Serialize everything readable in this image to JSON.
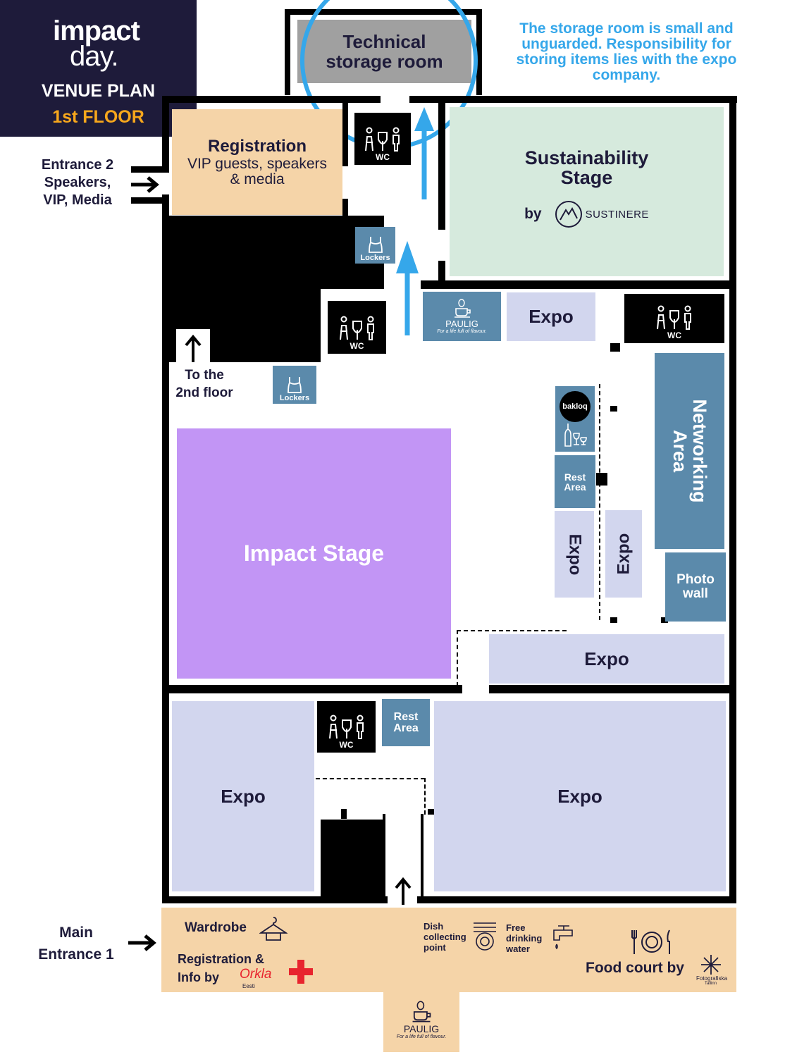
{
  "header": {
    "logo_text_1": "impact",
    "logo_text_2": "day.",
    "title": "VENUE PLAN",
    "floor": "1st FLOOR"
  },
  "notice": "The storage room is small and unguarded. Responsibility for storing items lies with the expo company.",
  "rooms": {
    "technical_storage": "Technical storage room",
    "registration_title": "Registration",
    "registration_sub": "VIP guests, speakers & media",
    "sustainability_title": "Sustainability Stage",
    "sustainability_by": "by",
    "sustainere": "SUSTINERE",
    "impact_stage": "Impact Stage",
    "networking": "Networking Area",
    "photo_wall": "Photo wall",
    "rest_area": "Rest Area",
    "expo": "Expo",
    "wc": "WC",
    "lockers": "Lockers",
    "to_2nd_floor": "To the 2nd floor",
    "bakloq": "bakloq"
  },
  "entrances": {
    "entrance2": "Entrance 2 Speakers, VIP, Media",
    "main_entrance": "Main Entrance 1"
  },
  "bottom_bar": {
    "wardrobe": "Wardrobe",
    "registration_info": "Registration & Info by",
    "orkla": "Orkla",
    "orkla_sub": "Eesti",
    "dish": "Dish collecting point",
    "water": "Free drinking water",
    "food_court": "Food court by",
    "fotografiska": "Fotografiska",
    "fotografiska_sub": "Tallinn"
  },
  "sponsors": {
    "paulig": "PAULIG",
    "paulig_tag": "For a life full of flavour."
  },
  "colors": {
    "navy": "#1e1b3a",
    "orange": "#f7a71c",
    "blue_accent": "#35a7ea",
    "registration_bg": "#f5d4a8",
    "sustainability_bg": "#d6eadd",
    "impact_bg": "#c295f5",
    "expo_bg": "#d2d6ee",
    "teal": "#5b8aab",
    "storage_bg": "#a0a0a0",
    "red_cross": "#e8242e"
  }
}
